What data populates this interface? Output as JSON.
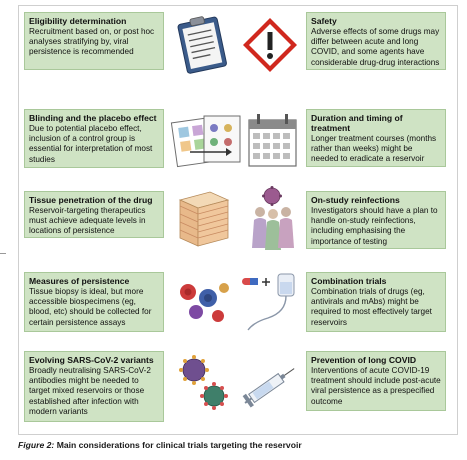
{
  "left_boxes": [
    {
      "title": "Eligibility determination",
      "body": "Recruitment based on, or post hoc analyses stratifying by, viral persistence is recommended"
    },
    {
      "title": "Blinding and the placebo effect",
      "body": "Due to potential placebo effect, inclusion of a control group is essential for interpretation of most studies"
    },
    {
      "title": "Tissue penetration of the drug",
      "body": "Reservoir-targeting therapeutics must achieve adequate levels in locations of persistence"
    },
    {
      "title": "Measures of persistence",
      "body": "Tissue biopsy is ideal, but more accessible biospecimens (eg, blood, etc) should be collected for certain persistence assays"
    },
    {
      "title": "Evolving SARS-CoV-2 variants",
      "body": "Broadly neutralising SARS-CoV-2 antibodies might be needed to target mixed reservoirs or those established after infection with modern variants"
    }
  ],
  "right_boxes": [
    {
      "title": "Safety",
      "body": "Adverse effects of some drugs may differ between acute and long COVID, and some agents have considerable drug-drug interactions"
    },
    {
      "title": "Duration and timing of treatment",
      "body": "Longer treatment courses (months rather than weeks) might be needed to eradicate a reservoir"
    },
    {
      "title": "On-study reinfections",
      "body": "Investigators should have a plan to handle on-study reinfections, including emphasising the importance of testing"
    },
    {
      "title": "Combination trials",
      "body": "Combination trials of drugs (eg, antivirals and mAbs) might be required to most effectively target reservoirs"
    },
    {
      "title": "Prevention of long COVID",
      "body": "Interventions of acute COVID-19 treatment should include post-acute viral persistence as a prespecified outcome"
    }
  ],
  "caption": {
    "figure": "Figure 2:",
    "text": "Main considerations for clinical trials targeting the reservoir"
  },
  "colors": {
    "box_fill": "#cfe3c4",
    "box_border": "#a9c89a",
    "warning_red": "#d0281e"
  }
}
